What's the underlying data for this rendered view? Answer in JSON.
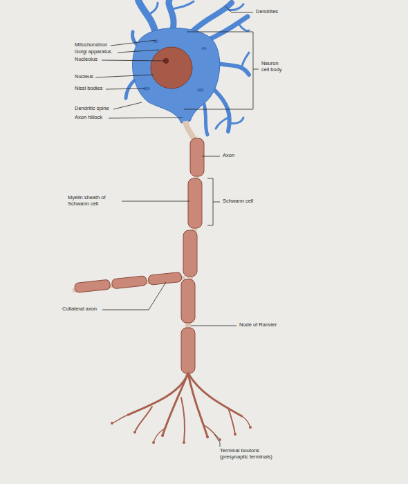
{
  "diagram": {
    "labels": [
      "Dendrites",
      "Mitochondrion",
      "Golgi apparatus",
      "Nucleolus",
      "Neuron cell body",
      "Nucleus",
      "Nissl bodies",
      "Dendritic spine",
      "Axon hillock",
      "Axon",
      "Myelin sheath of Schwann cell",
      "Schwann cell",
      "Collateral axon",
      "Node of Ranvier",
      "Terminal boutons (presynaptic terminals)"
    ]
  }
}
